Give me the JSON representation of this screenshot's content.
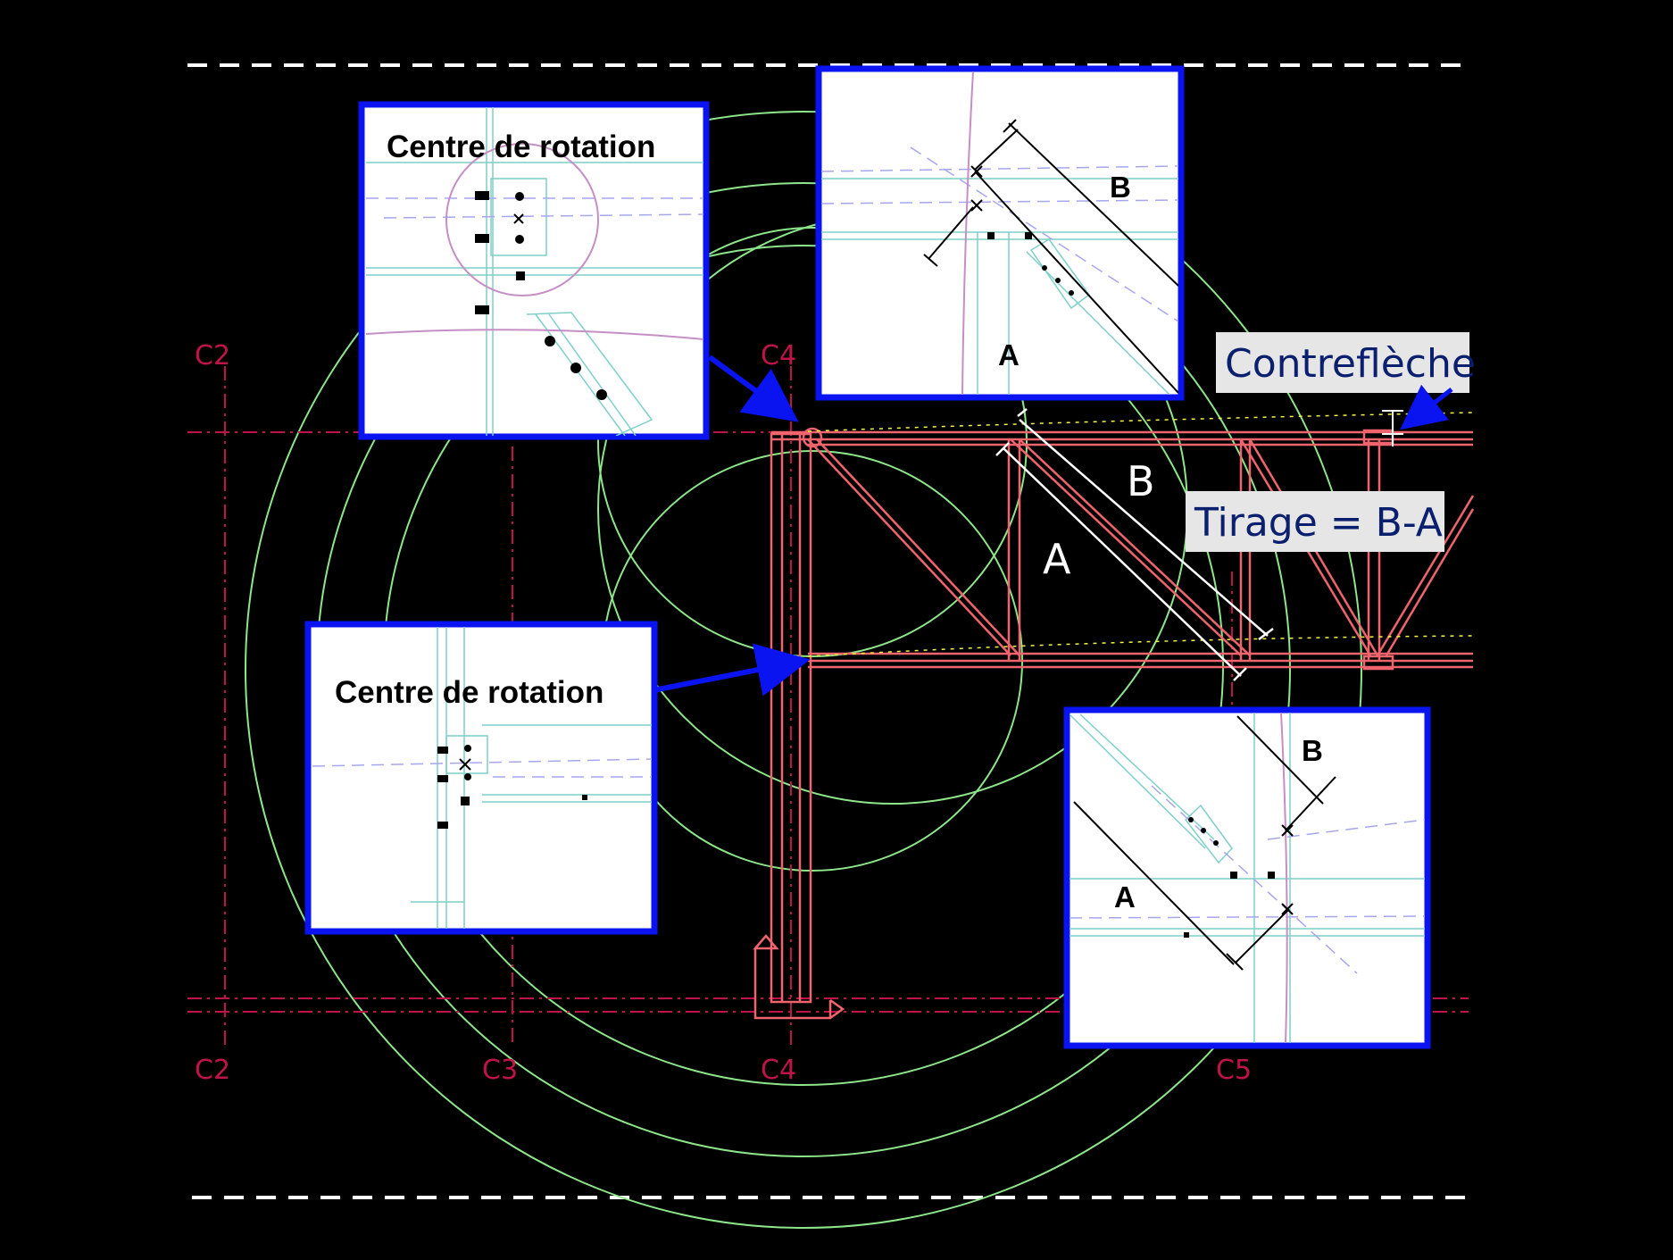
{
  "grid_labels": {
    "c2_top": "C2",
    "c4_top": "C4",
    "c2_bottom": "C2",
    "c3_bottom": "C3",
    "c4_bottom": "C4",
    "c5_bottom": "C5"
  },
  "insets": {
    "top_left_title": "Centre de rotation",
    "bottom_left_title": "Centre de rotation",
    "top_right_b": "B",
    "top_right_a": "A",
    "bottom_right_b": "B",
    "bottom_right_a": "A"
  },
  "main_labels": {
    "b": "B",
    "a": "A"
  },
  "callouts": {
    "contrefleche": "Contreflèche",
    "tirage": "Tirage = B-A"
  },
  "colors": {
    "background": "#000000",
    "grid": "#c0134c",
    "structure": "#f0646e",
    "circles": "#8ee68a",
    "inset_border": "#0a14f0",
    "callout_text": "#0a1f6e",
    "callout_bg": "#e6e6e6",
    "arrow": "#0a14f0"
  }
}
